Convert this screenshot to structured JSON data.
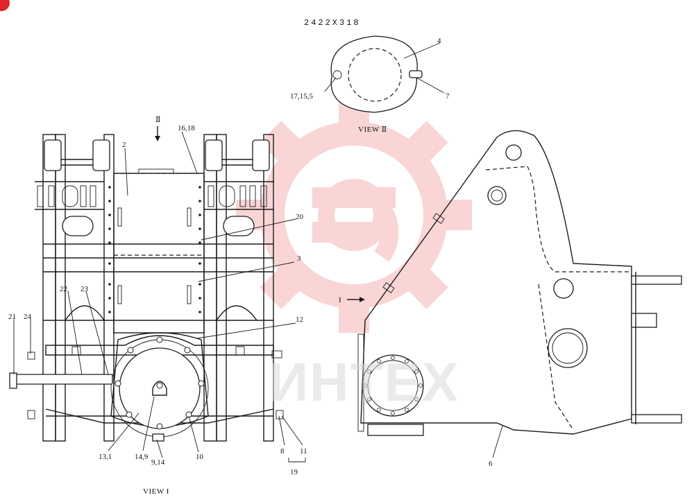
{
  "drawing_code": "2422X318",
  "views": {
    "view_1": "VIEW I",
    "view_2": "VIEW Ⅱ",
    "view_1_arrow": "Ⅱ",
    "side_arrow": "I"
  },
  "callouts": {
    "c2": "2",
    "c3": "3",
    "c4": "4",
    "c6": "6",
    "c7": "7",
    "c8": "8",
    "c10": "10",
    "c11": "11",
    "c12": "12",
    "c13_1": "13,1",
    "c14_9": "14,9",
    "c9_14": "9,14",
    "c16_18": "16,18",
    "c17_15_5": "17,15,5",
    "c19": "19",
    "c20": "20",
    "c21": "21",
    "c22": "22",
    "c23": "23",
    "c24": "24"
  },
  "watermark": {
    "text": "ИНТЕХ",
    "color": "#f0a0a0"
  },
  "colors": {
    "line": "#1a1a1a",
    "watermark_gear": "#f5b3b3",
    "corner_mark": "#e0242b"
  }
}
